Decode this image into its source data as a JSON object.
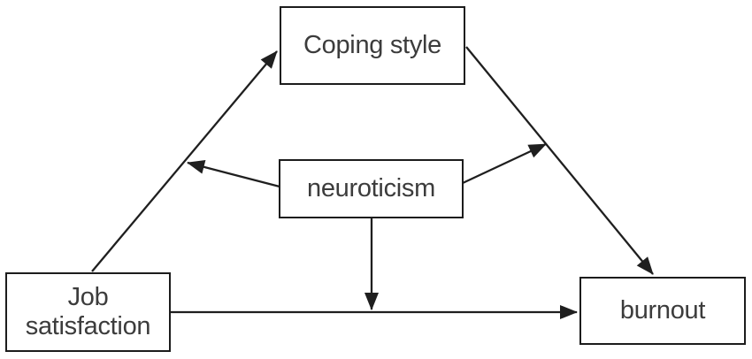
{
  "figure": {
    "type": "path-diagram",
    "background_color": "#ffffff",
    "line_color": "#1f1f1f",
    "box_border_color": "#1c1c1c",
    "text_color": "#3c3c3c"
  },
  "diagram": {
    "nodes": {
      "coping_style": {
        "label": "Coping style"
      },
      "neuroticism": {
        "label": "neuroticism"
      },
      "job_satisfaction": {
        "label": "Job satisfaction"
      },
      "burnout": {
        "label": "burnout"
      }
    },
    "edges": [
      {
        "from": "Job satisfaction",
        "to": "Coping style",
        "style": "arrow"
      },
      {
        "from": "Coping style",
        "to": "burnout",
        "style": "arrow"
      },
      {
        "from": "Job satisfaction",
        "to": "burnout",
        "style": "arrow"
      },
      {
        "from": "neuroticism",
        "to": "path Job satisfaction → Coping style",
        "style": "arrow"
      },
      {
        "from": "neuroticism",
        "to": "path Coping style → burnout",
        "style": "arrow"
      },
      {
        "from": "neuroticism",
        "to": "path Job satisfaction → burnout",
        "style": "arrow"
      }
    ]
  }
}
